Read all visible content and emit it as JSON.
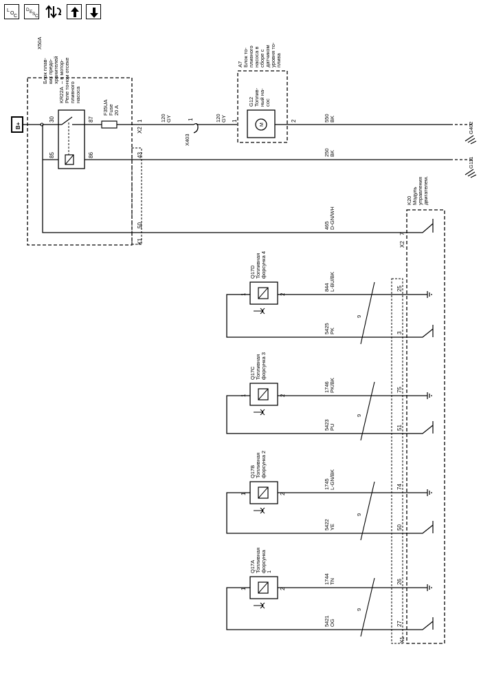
{
  "toolbar": {
    "loc_button": {
      "l": "L",
      "o": "O",
      "c": "C"
    },
    "desc_button": {
      "d": "D",
      "e": "E",
      "s": "S",
      "c": "C"
    },
    "icons": [
      "location-icon",
      "description-icon",
      "flow-icon",
      "arrow-up-icon",
      "arrow-down-icon"
    ]
  },
  "power": {
    "label": "B+"
  },
  "fuse_block": {
    "id": "X50A",
    "desc": [
      "Блок плав-",
      "ких предо-",
      "хранителей",
      "– в мотор-",
      "ном отсеке"
    ],
    "conn_x2": "X2",
    "conn_x1": "X1",
    "pins": {
      "out_1": "1",
      "p43": "43",
      "p50": "50"
    }
  },
  "relay": {
    "id": "KR22A",
    "desc": [
      "Реле то-",
      "пливного",
      "насоса"
    ],
    "pins": {
      "p30": "30",
      "p87": "87",
      "p85": "85",
      "p86": "86"
    }
  },
  "fuse": {
    "id": "F35UA",
    "type": "Fuse",
    "rating": "20 A"
  },
  "wires": {
    "w120a": {
      "num": "120",
      "color": "GY"
    },
    "w120b": {
      "num": "120",
      "color": "GY"
    },
    "w550": {
      "num": "550",
      "color": "BK"
    },
    "w250": {
      "num": "250",
      "color": "BK"
    },
    "w465": {
      "num": "465",
      "color": "D-GN/WH"
    }
  },
  "splice": {
    "id": "X403",
    "pin": "1"
  },
  "pump_module": {
    "id": "A7",
    "desc": [
      "Блок то-",
      "пливного",
      "насоса в",
      "сборе с",
      "датчиком",
      "уровня то-",
      "плива"
    ],
    "motor_id": "G12",
    "motor_desc": [
      "Топлив-",
      "ный на-",
      "сос"
    ],
    "motor_symbol": "M",
    "pins": {
      "p1": "1",
      "p2": "2"
    }
  },
  "grounds": {
    "g1": "G111",
    "g2": "G402"
  },
  "ecm": {
    "id": "K20",
    "desc": [
      "Модуль",
      "управления",
      "двигателем."
    ],
    "conn_x2": "X2",
    "conn_x1": "X1",
    "pin_x2": "7"
  },
  "injectors": [
    {
      "id": "Q17D",
      "desc": [
        "Топливная",
        "форсунка 4"
      ],
      "pin1": "1",
      "pin2": "2",
      "w_top": {
        "num": "844",
        "color": "L-BU/BK"
      },
      "w_bot": {
        "num": "5425",
        "color": "PK"
      },
      "ecm_top": "25",
      "ecm_bot": "3",
      "twist": "9"
    },
    {
      "id": "Q17C",
      "desc": [
        "Топливная",
        "форсунка 3"
      ],
      "pin1": "1",
      "pin2": "2",
      "w_top": {
        "num": "1746",
        "color": "PK/BK"
      },
      "w_bot": {
        "num": "5423",
        "color": "PU"
      },
      "ecm_top": "75",
      "ecm_bot": "51",
      "twist": "9"
    },
    {
      "id": "Q17B",
      "desc": [
        "Топливная",
        "форсунка 2"
      ],
      "pin1": "1",
      "pin2": "2",
      "w_top": {
        "num": "1745",
        "color": "L-GN/BK"
      },
      "w_bot": {
        "num": "5422",
        "color": "YE"
      },
      "ecm_top": "74",
      "ecm_bot": "50",
      "twist": "9"
    },
    {
      "id": "Q17A",
      "desc": [
        "Топливная",
        "форсунка",
        "1"
      ],
      "pin1": "1",
      "pin2": "2",
      "w_top": {
        "num": "1744",
        "color": "TN"
      },
      "w_bot": {
        "num": "5421",
        "color": "OG"
      },
      "ecm_top": "26",
      "ecm_bot": "27",
      "twist": "9"
    }
  ]
}
